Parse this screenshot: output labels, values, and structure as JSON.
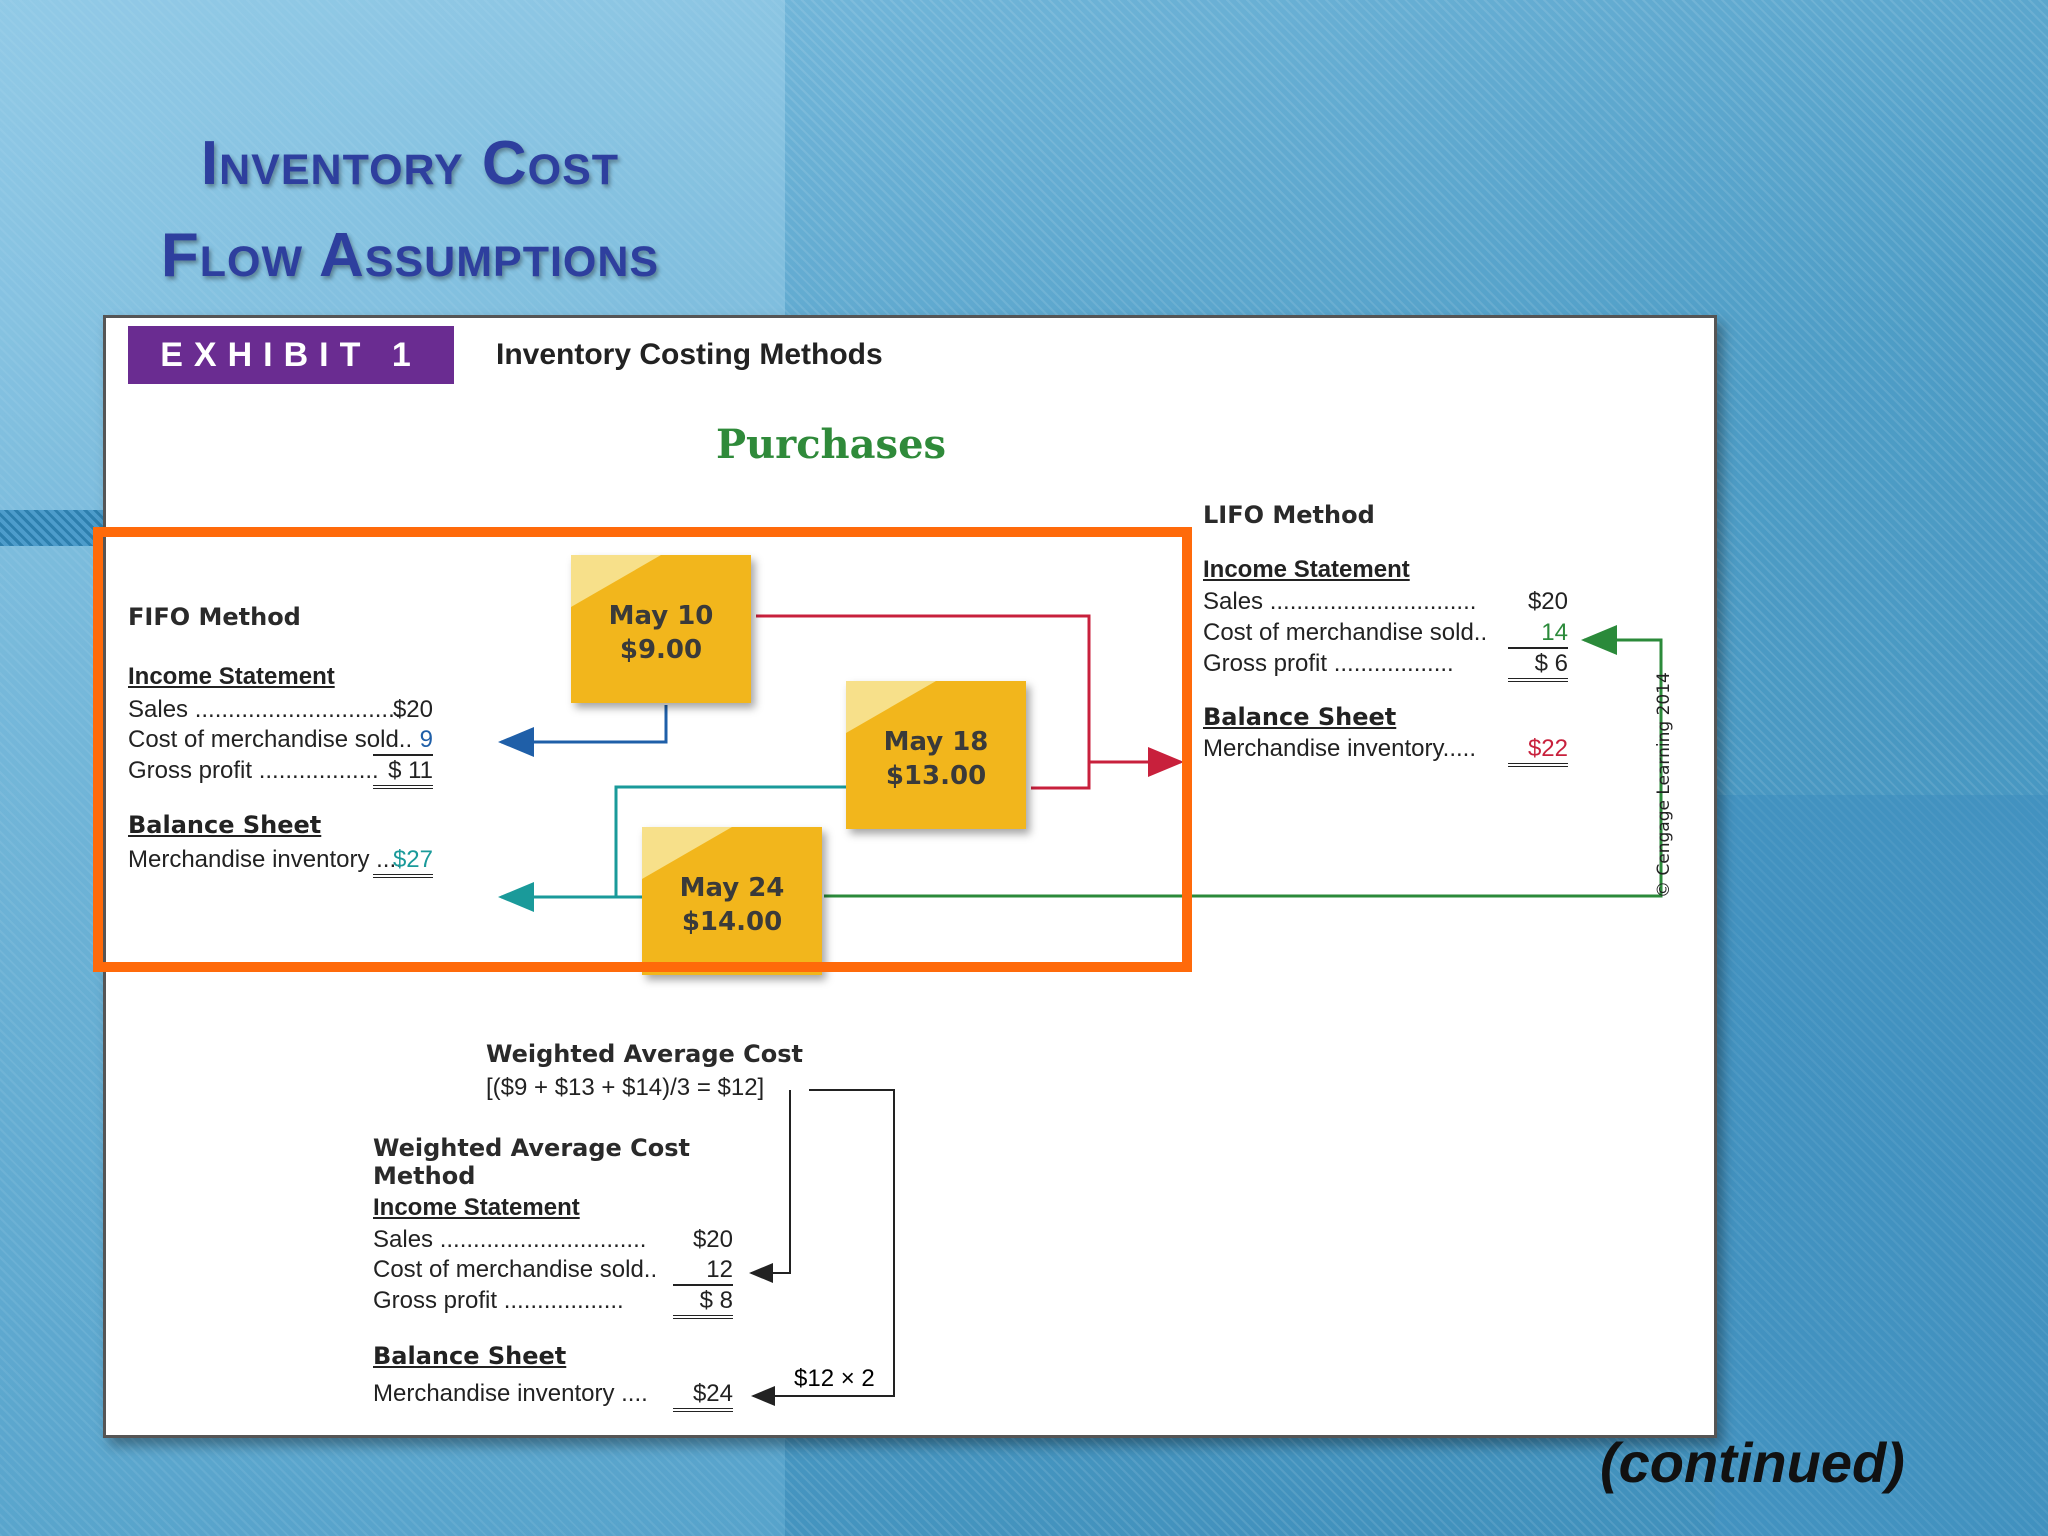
{
  "slide": {
    "title_line1": "Inventory Cost",
    "title_line2": "Flow Assumptions",
    "continued": "(continued)"
  },
  "exhibit": {
    "badge": "EXHIBIT 1",
    "title": "Inventory Costing Methods",
    "purchases_label": "Purchases",
    "copyright": "© Cengage Learning 2014"
  },
  "purchases": [
    {
      "date": "May 10",
      "cost": "$9.00"
    },
    {
      "date": "May 18",
      "cost": "$13.00"
    },
    {
      "date": "May 24",
      "cost": "$14.00"
    }
  ],
  "fifo": {
    "heading": "FIFO Method",
    "income_heading": "Income Statement",
    "sales_label": "Sales ...............................",
    "sales": "$20",
    "cogs_label": "Cost of merchandise sold..",
    "cogs": "9",
    "gross_label": "Gross profit ..................",
    "gross": "$ 11",
    "balance_heading": "Balance Sheet",
    "inventory_label": "Merchandise inventory ....",
    "inventory": "$27"
  },
  "lifo": {
    "heading": "LIFO Method",
    "income_heading": "Income Statement",
    "sales_label": "Sales ...............................",
    "sales": "$20",
    "cogs_label": "Cost of merchandise sold..",
    "cogs": "14",
    "gross_label": "Gross profit ..................",
    "gross": "$ 6",
    "balance_heading": "Balance Sheet",
    "inventory_label": "Merchandise inventory.....",
    "inventory": "$22"
  },
  "weighted": {
    "formula_heading": "Weighted Average Cost",
    "formula": "[($9 + $13 + $14)/3 = $12]",
    "heading": "Weighted Average Cost Method",
    "income_heading": "Income Statement",
    "sales_label": "Sales ...............................",
    "sales": "$20",
    "cogs_label": "Cost of merchandise sold..",
    "cogs": "12",
    "gross_label": "Gross profit ..................",
    "gross": "$ 8",
    "balance_heading": "Balance Sheet",
    "inventory_label": "Merchandise inventory ....",
    "inventory": "$24",
    "multiplier": "$12 × 2"
  },
  "colors": {
    "title": "#2e3f9e",
    "badge": "#6a2c91",
    "highlight": "#ff6a0a",
    "note": "#f2b61c",
    "arrow_blue": "#1f5fa8",
    "arrow_teal": "#1a9a9a",
    "arrow_red": "#c8203c",
    "arrow_green": "#2b8a3a"
  }
}
